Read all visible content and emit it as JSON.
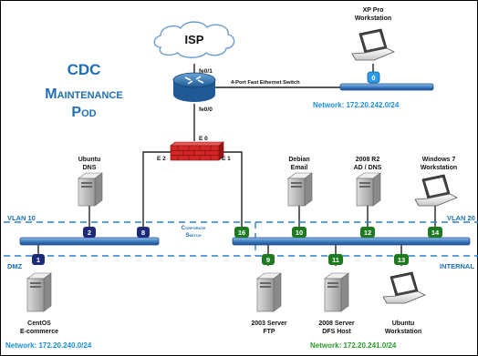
{
  "title": {
    "line1": "CDC",
    "line2": "Maintenance",
    "line3": "Pod"
  },
  "isp": {
    "label": "ISP"
  },
  "router": {
    "if_top": "fe0/1",
    "if_bottom": "fe0/0"
  },
  "edge_switch": {
    "label": "4-Port Fast Ethernet Switch",
    "port": "0"
  },
  "firewall": {
    "e0": "E 0",
    "e1": "E 1",
    "e2": "E 2"
  },
  "core_switch": {
    "line1": "Corporate",
    "line2": "Switch"
  },
  "vlans": {
    "left_top": "VLAN 10",
    "right_top": "VLAN 20",
    "left_bottom": "DMZ",
    "right_bottom": "INTERNAL"
  },
  "networks": {
    "external": "Network: 172.20.242.0/24",
    "dmz": "Network: 172.20.240.0/24",
    "internal": "Network: 172.20.241.0/24"
  },
  "hosts": {
    "xp": {
      "line1": "XP Pro",
      "line2": "Workstation"
    },
    "ubuntu_dns": {
      "line1": "Ubuntu",
      "line2": "DNS"
    },
    "debian": {
      "line1": "Debian",
      "line2": "Email"
    },
    "ad": {
      "line1": "2008 R2",
      "line2": "AD / DNS"
    },
    "win7": {
      "line1": "Windows 7",
      "line2": "Workstation"
    },
    "centos": {
      "line1": "CentOS",
      "line2": "E-commerce"
    },
    "ftp": {
      "line1": "2003 Server",
      "line2": "FTP"
    },
    "dfs": {
      "line1": "2008 Server",
      "line2": "DFS Host"
    },
    "ubuntu_ws": {
      "line1": "Ubuntu",
      "line2": "Workstation"
    }
  },
  "ports": {
    "p1": "1",
    "p2": "2",
    "p8": "8",
    "p9": "9",
    "p10": "10",
    "p11": "11",
    "p12": "12",
    "p13": "13",
    "p14": "14",
    "p16": "16"
  },
  "colors": {
    "blue_port": "#1d2a7a",
    "green_port": "#1e7a1e",
    "switch_blue": "#2f6fb4",
    "firewall_red": "#d42626"
  }
}
